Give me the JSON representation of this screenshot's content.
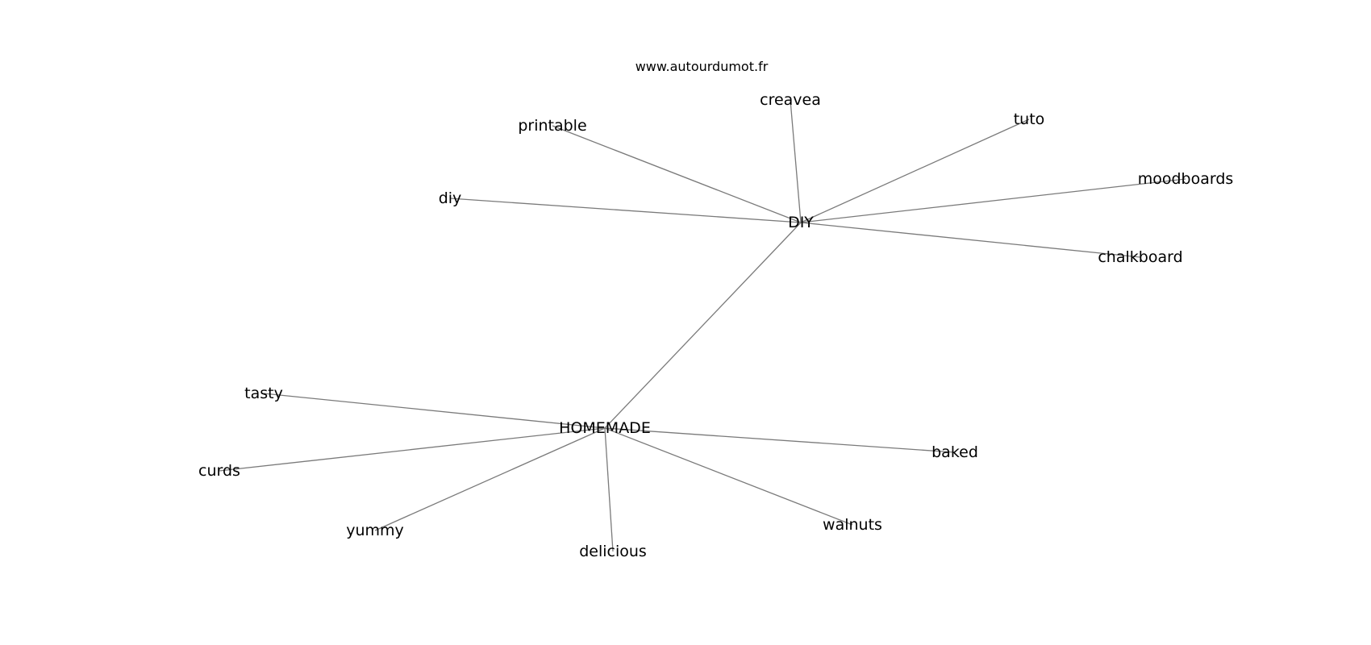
{
  "header": {
    "site": "www.autourdumot.fr"
  },
  "graph": {
    "nodes": [
      {
        "id": "diy_hub",
        "label": "DIY"
      },
      {
        "id": "homemade",
        "label": "HOMEMADE"
      },
      {
        "id": "printable",
        "label": "printable"
      },
      {
        "id": "creavea",
        "label": "creavea"
      },
      {
        "id": "tuto",
        "label": "tuto"
      },
      {
        "id": "moodboards",
        "label": "moodboards"
      },
      {
        "id": "diy",
        "label": "diy"
      },
      {
        "id": "chalkboard",
        "label": "chalkboard"
      },
      {
        "id": "tasty",
        "label": "tasty"
      },
      {
        "id": "curds",
        "label": "curds"
      },
      {
        "id": "yummy",
        "label": "yummy"
      },
      {
        "id": "delicious",
        "label": "delicious"
      },
      {
        "id": "walnuts",
        "label": "walnuts"
      },
      {
        "id": "baked",
        "label": "baked"
      }
    ],
    "edges": [
      [
        "diy_hub",
        "printable"
      ],
      [
        "diy_hub",
        "creavea"
      ],
      [
        "diy_hub",
        "tuto"
      ],
      [
        "diy_hub",
        "moodboards"
      ],
      [
        "diy_hub",
        "diy"
      ],
      [
        "diy_hub",
        "chalkboard"
      ],
      [
        "diy_hub",
        "homemade"
      ],
      [
        "homemade",
        "tasty"
      ],
      [
        "homemade",
        "curds"
      ],
      [
        "homemade",
        "yummy"
      ],
      [
        "homemade",
        "delicious"
      ],
      [
        "homemade",
        "walnuts"
      ],
      [
        "homemade",
        "baked"
      ]
    ]
  }
}
